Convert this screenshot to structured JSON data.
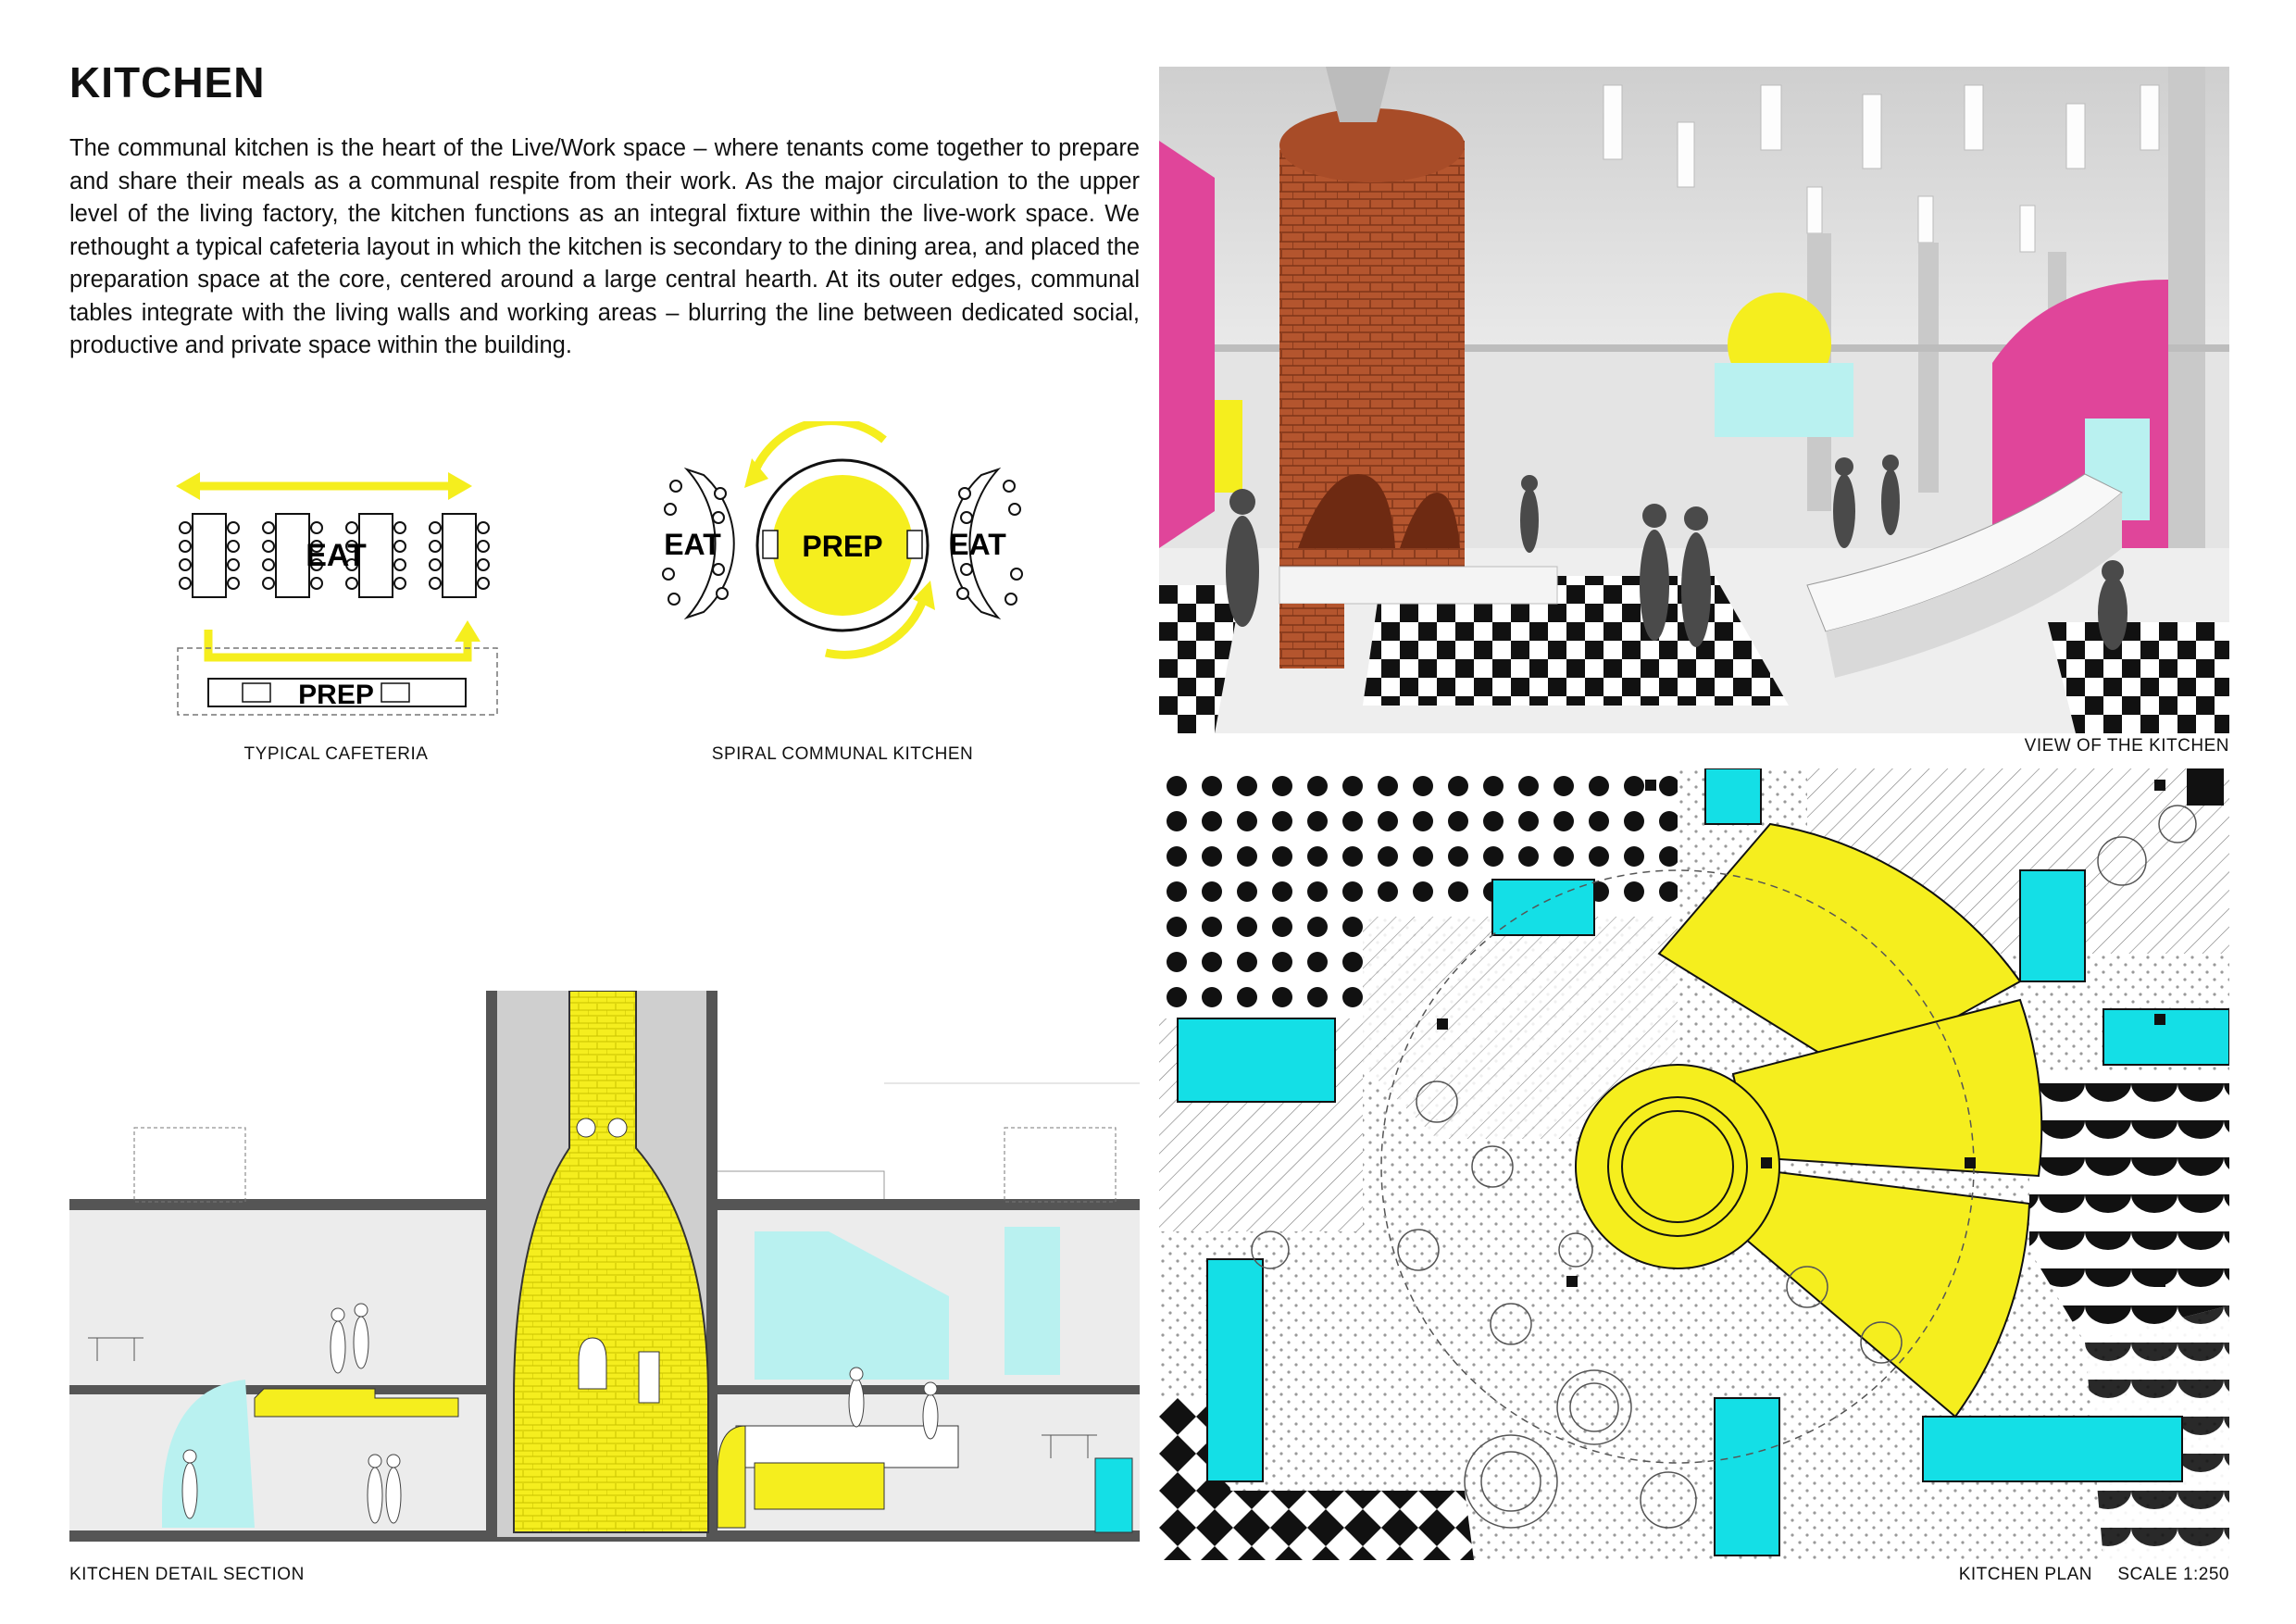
{
  "title": "KITCHEN",
  "intro": "The communal kitchen is the heart of the Live/Work space – where tenants come together to prepare and share their meals as a communal respite from their work.  As the major circulation to the upper level of the living factory, the kitchen functions as an integral fixture within the live-work space.  We rethought a typical cafeteria layout in which the kitchen is secondary to the dining area, and placed the preparation space at the core, centered around a large central hearth.  At its outer edges, communal tables integrate with the living walls and working areas – blurring the line between dedicated social, productive and private space within the building.",
  "diagrams": {
    "cafeteria": {
      "eat": "EAT",
      "prep": "PREP",
      "caption": "TYPICAL CAFETERIA"
    },
    "spiral": {
      "eat_left": "EAT",
      "eat_right": "EAT",
      "prep": "PREP",
      "caption": "SPIRAL COMMUNAL KITCHEN"
    }
  },
  "captions": {
    "view": "VIEW OF THE KITCHEN",
    "section": "KITCHEN DETAIL SECTION",
    "plan": "KITCHEN PLAN",
    "scale": "SCALE 1:250"
  },
  "colors": {
    "accent_yellow": "#f5ee1e",
    "cyan": "#14dfe6",
    "magenta": "#e0459a",
    "light_cyan": "#b9f1f0"
  }
}
